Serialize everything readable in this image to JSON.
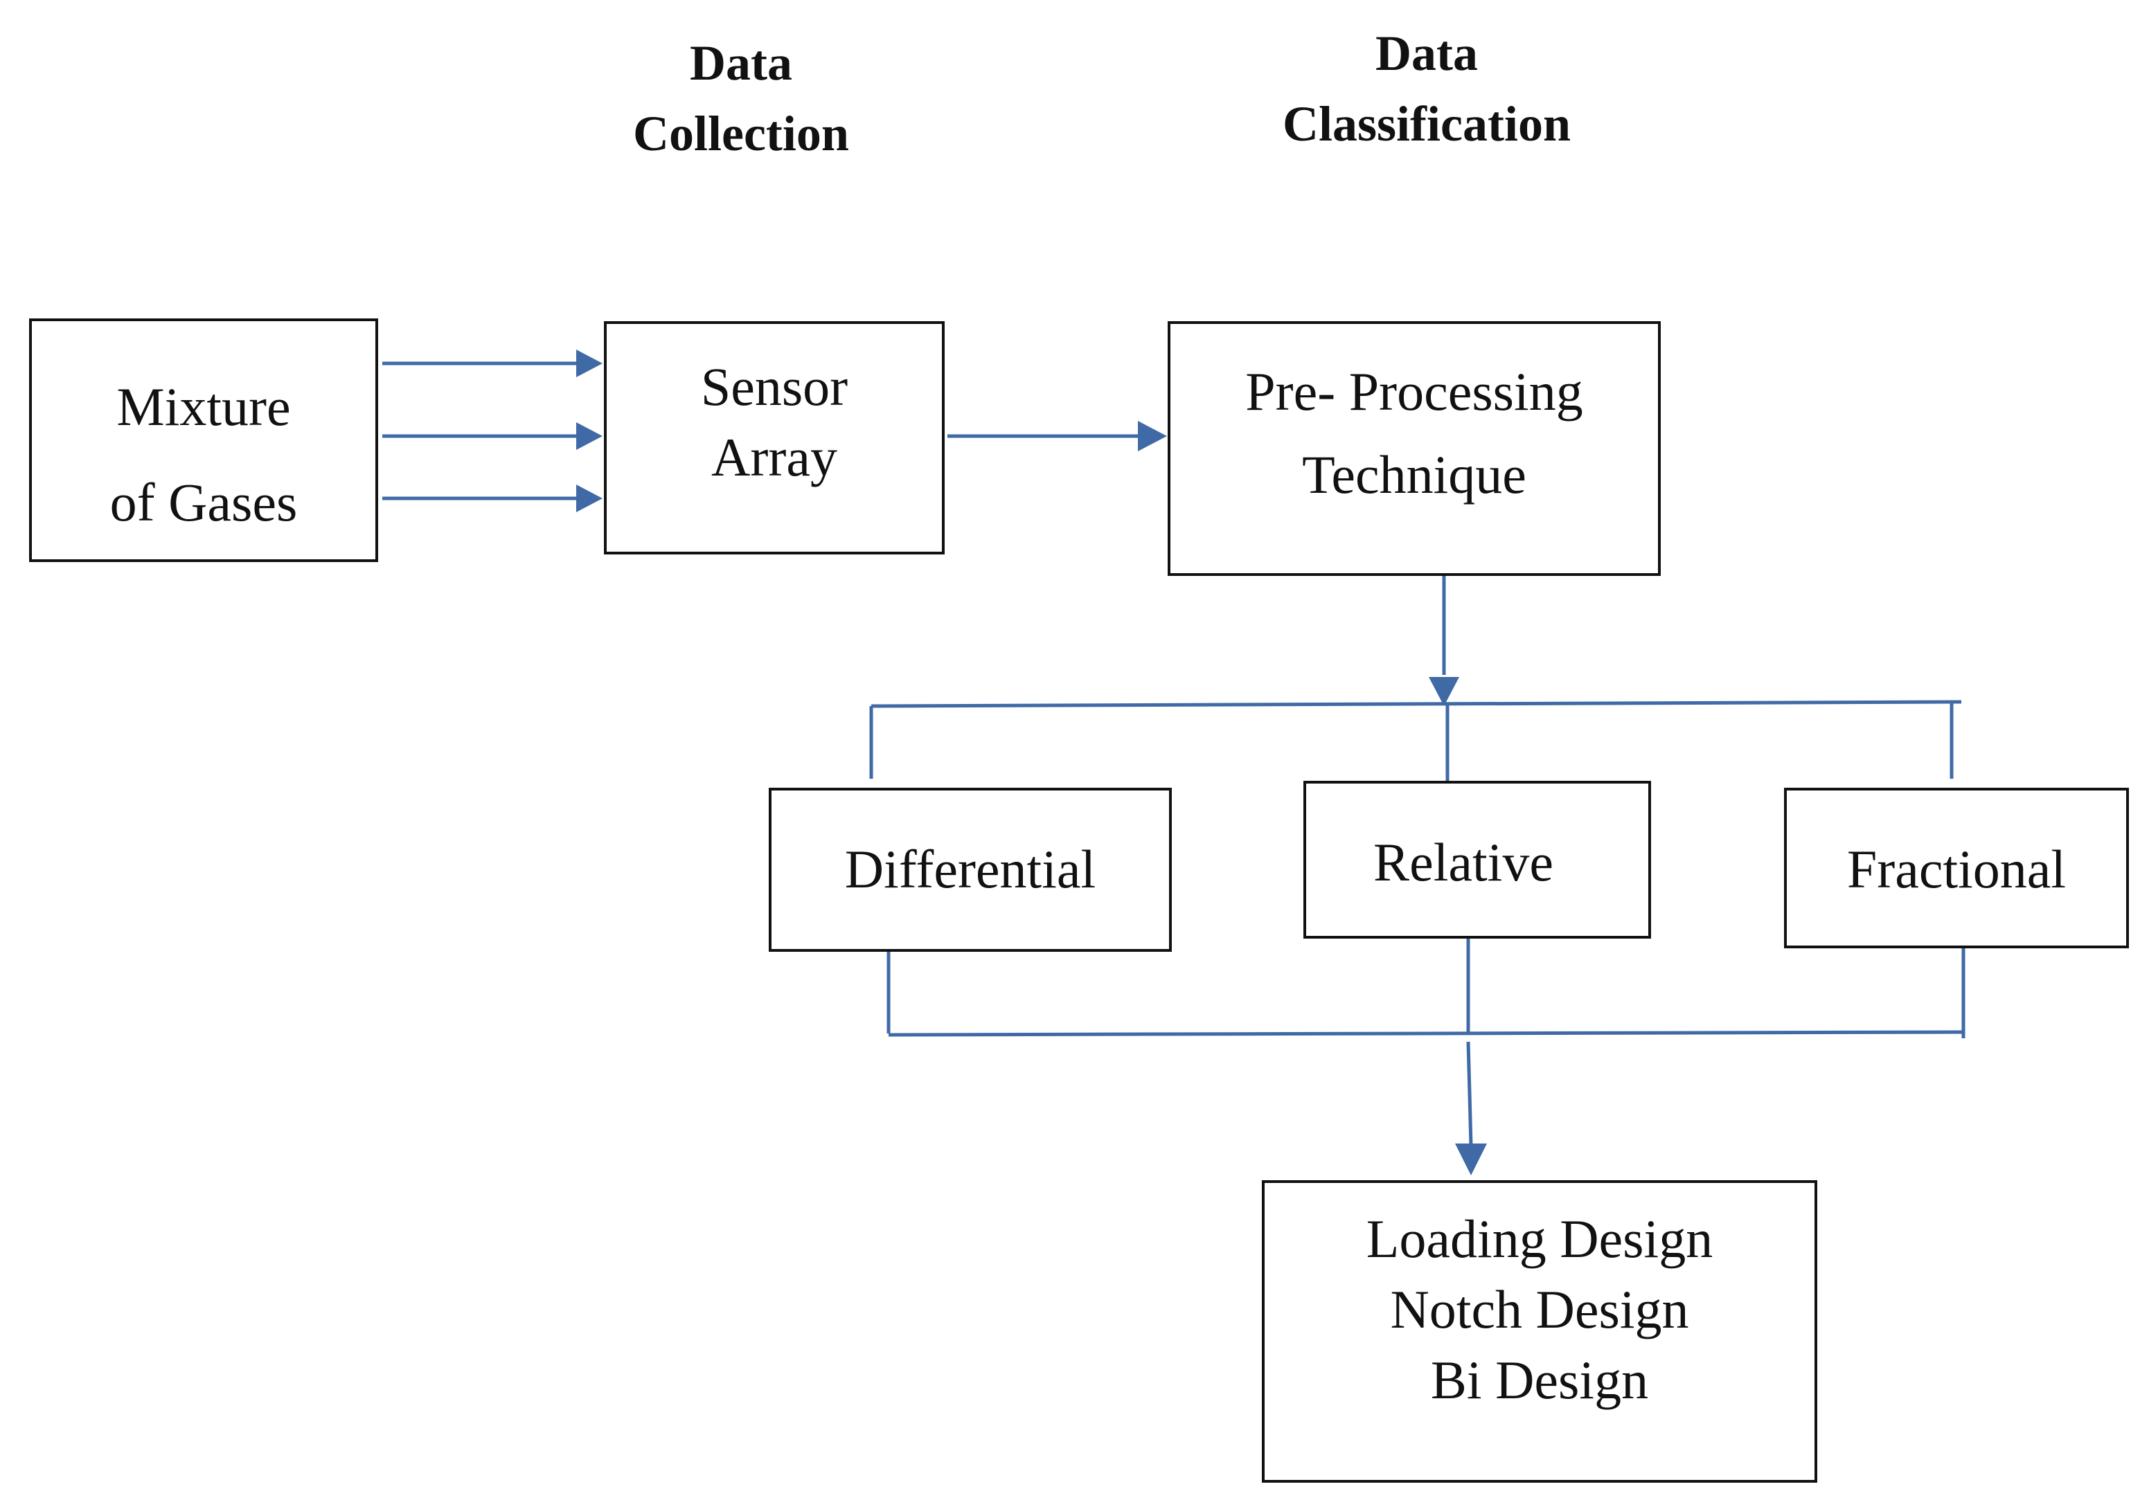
{
  "headings": {
    "data_collection": [
      "Data",
      "Collection"
    ],
    "data_classification": [
      "Data",
      "Classification"
    ]
  },
  "boxes": {
    "mixture_of_gases": [
      "Mixture",
      "of Gases"
    ],
    "sensor_array": [
      "Sensor",
      "Array"
    ],
    "pre_processing": [
      "Pre- Processing",
      "Technique"
    ],
    "differential": "Differential",
    "relative": "Relative",
    "fractional": "Fractional",
    "designs": [
      "Loading Design",
      "Notch Design",
      "Bi Design"
    ]
  },
  "colors": {
    "arrow": "#3f6aa6",
    "border": "#111111"
  }
}
